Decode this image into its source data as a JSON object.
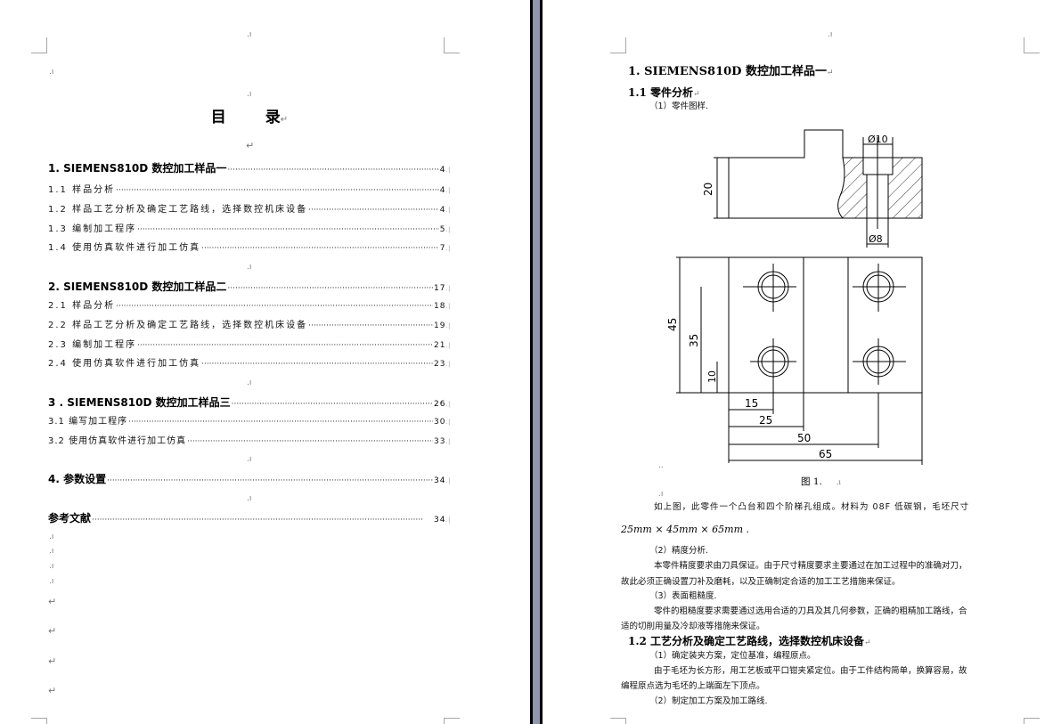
{
  "left_page": {
    "title_part1": "目",
    "title_part2": "录",
    "toc": [
      {
        "label": "1. SIEMENS810D 数控加工样品一",
        "page": "4",
        "level": 1
      },
      {
        "label": "1.1 样品分析",
        "page": "4",
        "level": 2
      },
      {
        "label": "1.2 样品工艺分析及确定工艺路线，选择数控机床设备",
        "page": "4",
        "level": 2
      },
      {
        "label": "1.3 编制加工程序",
        "page": "5",
        "level": 2
      },
      {
        "label": "1.4 使用仿真软件进行加工仿真",
        "page": "7",
        "level": 2
      },
      {
        "label": "2. SIEMENS810D 数控加工样品二",
        "page": "17",
        "level": 1
      },
      {
        "label": "2.1 样品分析",
        "page": "18",
        "level": 2
      },
      {
        "label": "2.2 样品工艺分析及确定工艺路线，选择数控机床设备",
        "page": "19",
        "level": 2
      },
      {
        "label": "2.3 编制加工程序",
        "page": "21",
        "level": 2
      },
      {
        "label": "2.4 使用仿真软件进行加工仿真",
        "page": "23",
        "level": 2
      },
      {
        "label": "3 . SIEMENS810D 数控加工样品三",
        "page": "26",
        "level": 1
      },
      {
        "label": "3.1 编写加工程序",
        "page": "30",
        "level": 2
      },
      {
        "label": "3.2 使用仿真软件进行加工仿真",
        "page": "33",
        "level": 2
      },
      {
        "label": "4. 参数设置",
        "page": "34",
        "level": 1
      },
      {
        "label": "参考文献",
        "page": "34",
        "level": 1
      }
    ]
  },
  "right_page": {
    "heading1": "1. SIEMENS810D 数控加工样品一",
    "heading1_1": "1.1 零件分析",
    "item1": "（1）零件图样.",
    "drawing": {
      "dim_height": "20",
      "dim_dia_top": "Ø10",
      "dim_dia_bottom": "Ø8",
      "dim_45": "45",
      "dim_35": "35",
      "dim_10": "10",
      "dim_15": "15",
      "dim_25": "25",
      "dim_50": "50",
      "dim_65": "65"
    },
    "figure_caption": "图 1.",
    "para1": "如上图，此零件一个凸台和四个阶梯孔组成。材料为 08F 低碳钢，毛坯尺寸",
    "formula": "25mm × 45mm × 65mm  .",
    "item2": "（2）精度分析.",
    "para2_line1": "本零件精度要求由刀具保证。由于尺寸精度要求主要通过在加工过程中的准确对刀，",
    "para2_line2": "故此必须正确设置刀补及磨耗，以及正确制定合适的加工工艺措施来保证。",
    "item3": "（3）表面粗糙度.",
    "para3_line1": "零件的粗糙度要求需要通过选用合适的刀具及其几何参数，正确的粗精加工路线，合",
    "para3_line2": "适的切削用量及冷却液等措施来保证。",
    "heading1_2": "1.2 工艺分析及确定工艺路线，选择数控机床设备",
    "item4": "（1）确定装夹方案，定位基准，编程原点。",
    "para4_line1": "由于毛坯为长方形，用工艺板或平口钳夹紧定位。由于工件结构简单，换算容易，故",
    "para4_line2": "编程原点选为毛坯的上端面左下顶点。",
    "item5": "（2）制定加工方案及加工路线."
  }
}
